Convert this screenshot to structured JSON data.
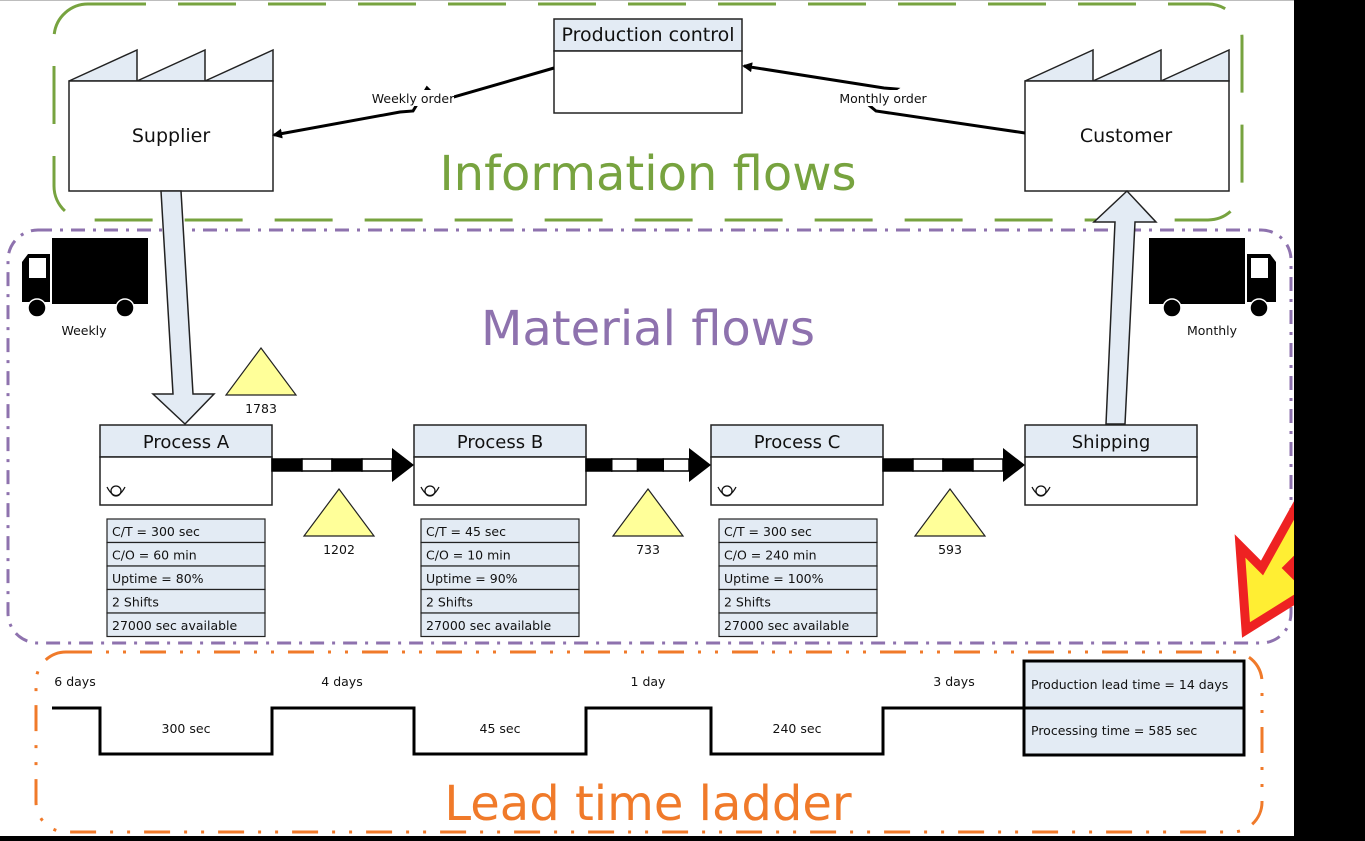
{
  "colors": {
    "info_border": "#77a33f",
    "material_border": "#8e72ae",
    "lead_border": "#f07a2a",
    "box_header_fill": "#e3ebf4",
    "inventory_fill": "#ffff99",
    "highlight_arrow_fill": "#ffee33",
    "highlight_arrow_stroke": "#ee2222"
  },
  "sections": {
    "information": "Information flows",
    "material": "Material flows",
    "lead_time": "Lead time ladder"
  },
  "production_control": {
    "title": "Production control"
  },
  "supplier": {
    "label": "Supplier"
  },
  "customer": {
    "label": "Customer"
  },
  "info_arrows": {
    "weekly_order": "Weekly order",
    "monthly_order": "Monthly order"
  },
  "trucks": {
    "inbound": {
      "label": "Weekly",
      "icon": "truck-icon"
    },
    "outbound": {
      "label": "Monthly",
      "icon": "truck-icon"
    }
  },
  "processes": [
    {
      "name": "Process A",
      "operator_icon": "operator-icon",
      "data": [
        "C/T = 300 sec",
        "C/O = 60 min",
        "Uptime = 80%",
        "2 Shifts",
        "27000 sec available"
      ]
    },
    {
      "name": "Process B",
      "operator_icon": "operator-icon",
      "data": [
        "C/T = 45 sec",
        "C/O = 10 min",
        "Uptime = 90%",
        "2 Shifts",
        "27000 sec available"
      ]
    },
    {
      "name": "Process C",
      "operator_icon": "operator-icon",
      "data": [
        "C/T = 300 sec",
        "C/O = 240 min",
        "Uptime = 100%",
        "2 Shifts",
        "27000 sec available"
      ]
    },
    {
      "name": "Shipping",
      "operator_icon": "operator-icon",
      "data": []
    }
  ],
  "inventories": [
    {
      "label": "1783",
      "icon": "inventory-triangle-icon"
    },
    {
      "label": "1202",
      "icon": "inventory-triangle-icon"
    },
    {
      "label": "733",
      "icon": "inventory-triangle-icon"
    },
    {
      "label": "593",
      "icon": "inventory-triangle-icon"
    }
  ],
  "ladder": {
    "wait_times": [
      "6 days",
      "4 days",
      "1 day",
      "3 days"
    ],
    "process_times": [
      "300 sec",
      "45 sec",
      "240 sec"
    ],
    "summary": {
      "production_lead_time": "Production lead time = 14 days",
      "processing_time": "Processing time = 585 sec"
    }
  }
}
